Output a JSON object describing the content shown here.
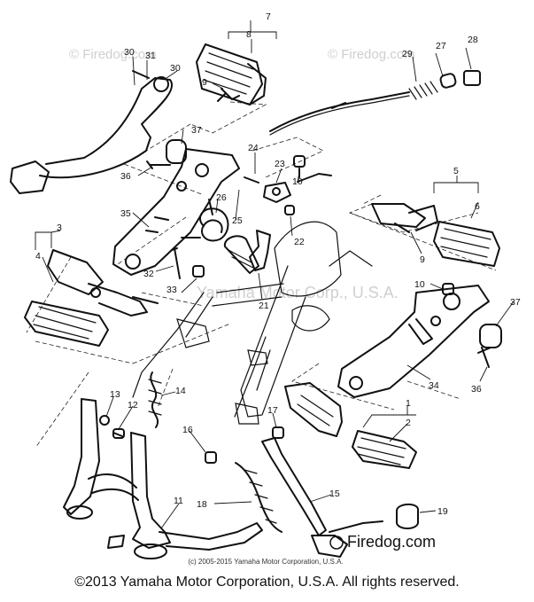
{
  "watermarks": {
    "top_left": "© Firedog.com",
    "top_right": "© Firedog.com",
    "mid": "Yamaha Motor Corp., U.S.A.",
    "bottom_small": "(c) 2005-2015 Yamaha Motor Corporation, U.S.A.",
    "brand": "Firedog.com"
  },
  "callouts": [
    "1",
    "2",
    "3",
    "4",
    "5",
    "6",
    "7",
    "8",
    "9",
    "10",
    "11",
    "12",
    "13",
    "14",
    "15",
    "16",
    "17",
    "18",
    "19",
    "21",
    "22",
    "23",
    "24",
    "25",
    "26",
    "27",
    "28",
    "29",
    "30",
    "31",
    "32",
    "33",
    "34",
    "35",
    "36",
    "37"
  ],
  "duplicate_callouts": {
    "n9b": "9",
    "n10b": "10",
    "n30b": "30",
    "n36b": "36",
    "n37b": "37"
  },
  "footer": {
    "copyright": "©2013 Yamaha Motor Corporation, U.S.A. All rights reserved."
  }
}
